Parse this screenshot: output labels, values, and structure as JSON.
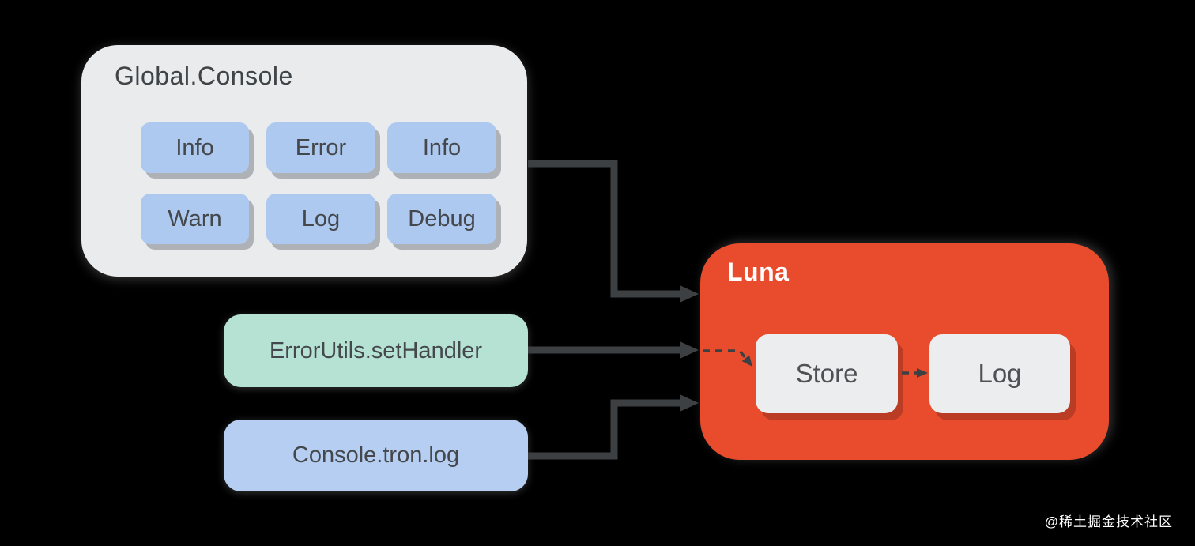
{
  "global_console": {
    "title": "Global.Console",
    "buttons": [
      "Info",
      "Error",
      "Info",
      "Warn",
      "Log",
      "Debug"
    ]
  },
  "error_utils": {
    "label": "ErrorUtils.setHandler"
  },
  "console_tron": {
    "label": "Console.tron.log"
  },
  "luna": {
    "title": "Luna",
    "nodes": [
      "Store",
      "Log"
    ]
  },
  "watermark": "@稀土掘金技术社区",
  "colors": {
    "background": "#000000",
    "console_box": "#e9ebec",
    "method_button": "#aec9ef",
    "error_utils_box": "#b6e2d3",
    "console_tron_box": "#b6cef2",
    "luna_box": "#e94c2d",
    "inner_node": "#ebedee",
    "arrow": "#3d4043",
    "dark_text": "#44484c"
  }
}
